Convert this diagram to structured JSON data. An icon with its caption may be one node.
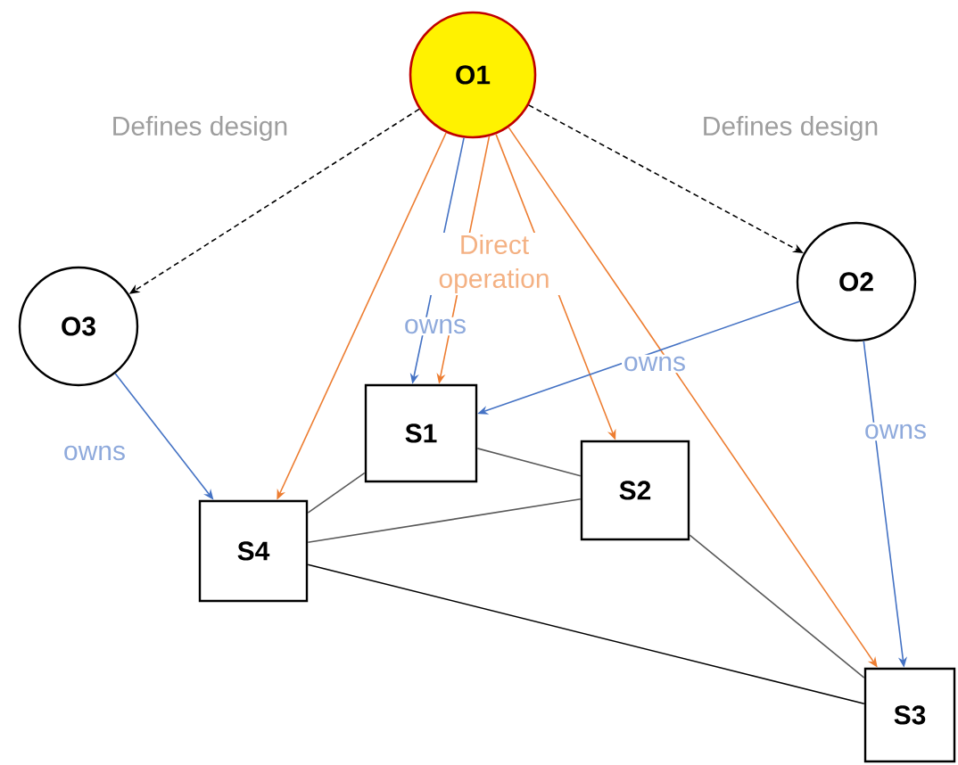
{
  "diagram": {
    "nodes": [
      {
        "text": [
          "O1"
        ]
      },
      {
        "text": [
          "O2"
        ]
      },
      {
        "text": [
          "O3"
        ]
      },
      {
        "text": [
          "S1"
        ]
      },
      {
        "text": [
          "S2"
        ]
      },
      {
        "text": [
          "S3"
        ]
      },
      {
        "text": [
          "S4"
        ]
      }
    ],
    "edges": [
      {
        "from": 0,
        "to": 2,
        "arrow": "to",
        "style": "dashed",
        "color": "#000000",
        "label": "Defines design"
      },
      {
        "from": 0,
        "to": 1,
        "arrow": "to",
        "style": "dashed",
        "color": "#000000",
        "label": "Defines design"
      },
      {
        "from": 0,
        "to": 3,
        "arrow": "to",
        "color": "#4472c4",
        "label": "owns"
      },
      {
        "from": 0,
        "to": 3,
        "arrow": "to",
        "color": "#ed7d31",
        "label": "Direct operation"
      },
      {
        "from": 0,
        "to": 6,
        "arrow": "to",
        "color": "#ed7d31"
      },
      {
        "from": 0,
        "to": 4,
        "arrow": "to",
        "color": "#ed7d31"
      },
      {
        "from": 0,
        "to": 5,
        "arrow": "to",
        "color": "#ed7d31"
      },
      {
        "from": 1,
        "to": 3,
        "arrow": "to",
        "color": "#4472c4",
        "label": "owns"
      },
      {
        "from": 1,
        "to": 5,
        "arrow": "to",
        "color": "#4472c4",
        "label": "owns"
      },
      {
        "from": 2,
        "to": 6,
        "arrow": "to",
        "color": "#4472c4",
        "label": "owns"
      },
      {
        "from": 3,
        "to": 6,
        "arrow": "none",
        "color": "#595959"
      },
      {
        "from": 3,
        "to": 4,
        "arrow": "none",
        "color": "#595959"
      },
      {
        "from": 6,
        "to": 4,
        "arrow": "none",
        "color": "#595959"
      },
      {
        "from": 6,
        "to": 5,
        "arrow": "none",
        "color": "#000000"
      },
      {
        "from": 4,
        "to": 5,
        "arrow": "none",
        "color": "#595959"
      }
    ]
  }
}
